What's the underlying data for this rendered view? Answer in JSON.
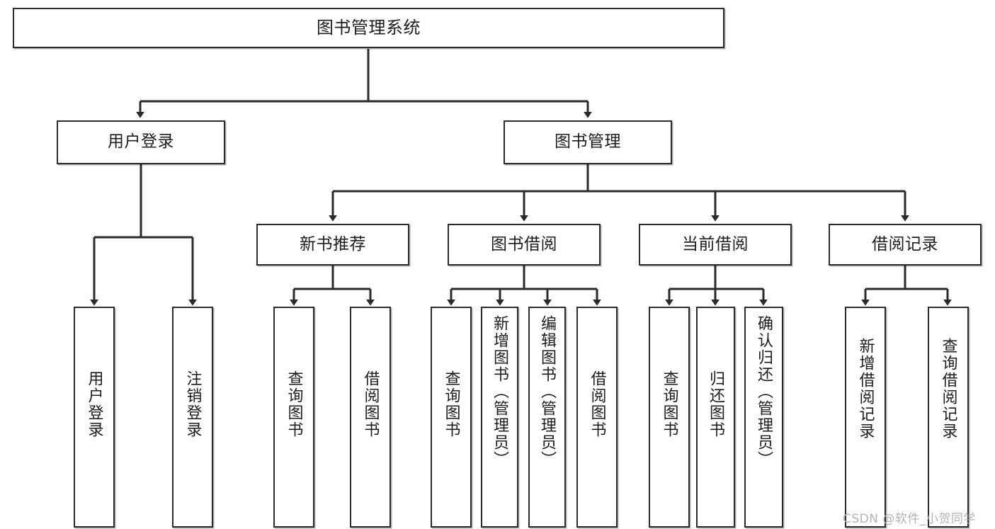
{
  "diagram": {
    "title": "图书管理系统",
    "type": "tree-hierarchy-chart",
    "background_color": "#ffffff",
    "box_border_color": "#2b2b2b",
    "connector_color": "#2b2b2b",
    "watermark": "CSDN @软件_小贺同学"
  },
  "nodes": {
    "root": {
      "label": "图书管理系统"
    },
    "level2": [
      {
        "label": "用户登录"
      },
      {
        "label": "图书管理"
      }
    ],
    "level3": [
      {
        "label": "新书推荐"
      },
      {
        "label": "图书借阅"
      },
      {
        "label": "当前借阅"
      },
      {
        "label": "借阅记录"
      }
    ],
    "leaves_user_login": [
      {
        "label": "用户登录"
      },
      {
        "label": "注销登录"
      }
    ],
    "leaves_new_book": [
      {
        "label": "查询图书"
      },
      {
        "label": "借阅图书"
      }
    ],
    "leaves_borrow": [
      {
        "label": "查询图书"
      },
      {
        "label": "新增图书（管理员）"
      },
      {
        "label": "编辑图书（管理员）"
      },
      {
        "label": "借阅图书"
      }
    ],
    "leaves_current": [
      {
        "label": "查询图书"
      },
      {
        "label": "归还图书"
      },
      {
        "label": "确认归还（管理员）"
      }
    ],
    "leaves_records": [
      {
        "label": "新增借阅记录"
      },
      {
        "label": "查询借阅记录"
      }
    ]
  }
}
